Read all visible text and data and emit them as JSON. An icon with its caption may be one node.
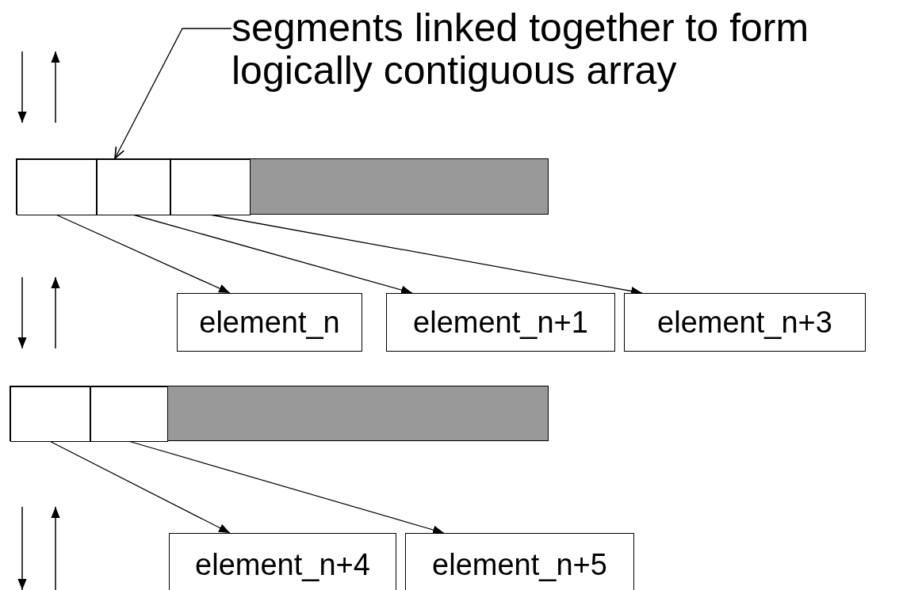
{
  "diagram": {
    "nodes": [
      {
        "text": [
          "segments linked together to form logically contiguous array"
        ]
      },
      {
        "text": [],
        "shape": "bar"
      },
      {
        "text": [],
        "shape": "box",
        "in": 1
      },
      {
        "text": [],
        "shape": "box",
        "in": 1
      },
      {
        "text": [],
        "shape": "box",
        "in": 1
      },
      {
        "text": [
          "element_n"
        ]
      },
      {
        "text": [
          "element_n+1"
        ]
      },
      {
        "text": [
          "element_n+3"
        ]
      },
      {
        "text": [],
        "shape": "bar"
      },
      {
        "text": [],
        "shape": "box",
        "in": 8
      },
      {
        "text": [],
        "shape": "box",
        "in": 8
      },
      {
        "text": [
          "element_n+4"
        ]
      },
      {
        "text": [
          "element_n+5"
        ]
      }
    ],
    "edges": [
      {
        "from": 0,
        "to": 1,
        "arrow": "to"
      },
      {
        "from": 2,
        "to": 5,
        "arrow": "to"
      },
      {
        "from": 3,
        "to": 6,
        "arrow": "to"
      },
      {
        "from": 4,
        "to": 7,
        "arrow": "to"
      },
      {
        "from": 9,
        "to": 11,
        "arrow": "to"
      },
      {
        "from": 10,
        "to": 12,
        "arrow": "to"
      }
    ]
  }
}
